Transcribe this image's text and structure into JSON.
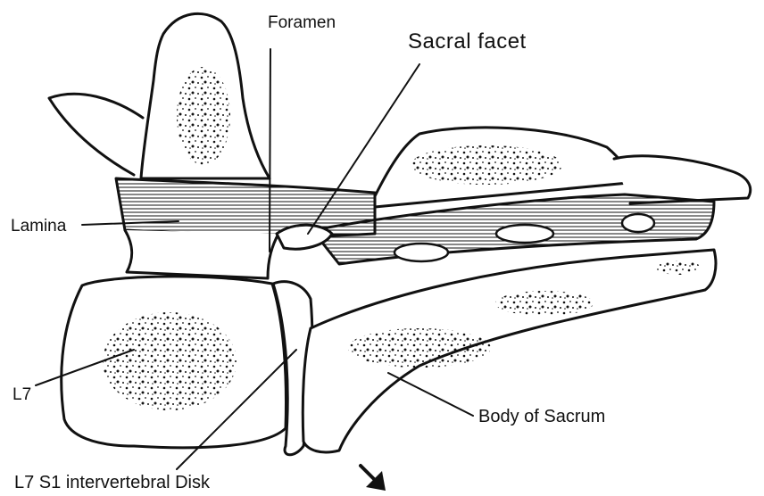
{
  "labels": {
    "foramen": "Foramen",
    "sacral_facet": "Sacral facet",
    "lamina": "Lamina",
    "l7": "L7",
    "body_of_sacrum": "Body of Sacrum",
    "disk": "L7 S1 intervertebral Disk"
  },
  "colors": {
    "ink": "#111111",
    "bone": "#ffffff"
  },
  "icons": {
    "arrow": "down-right-arrow-icon"
  }
}
